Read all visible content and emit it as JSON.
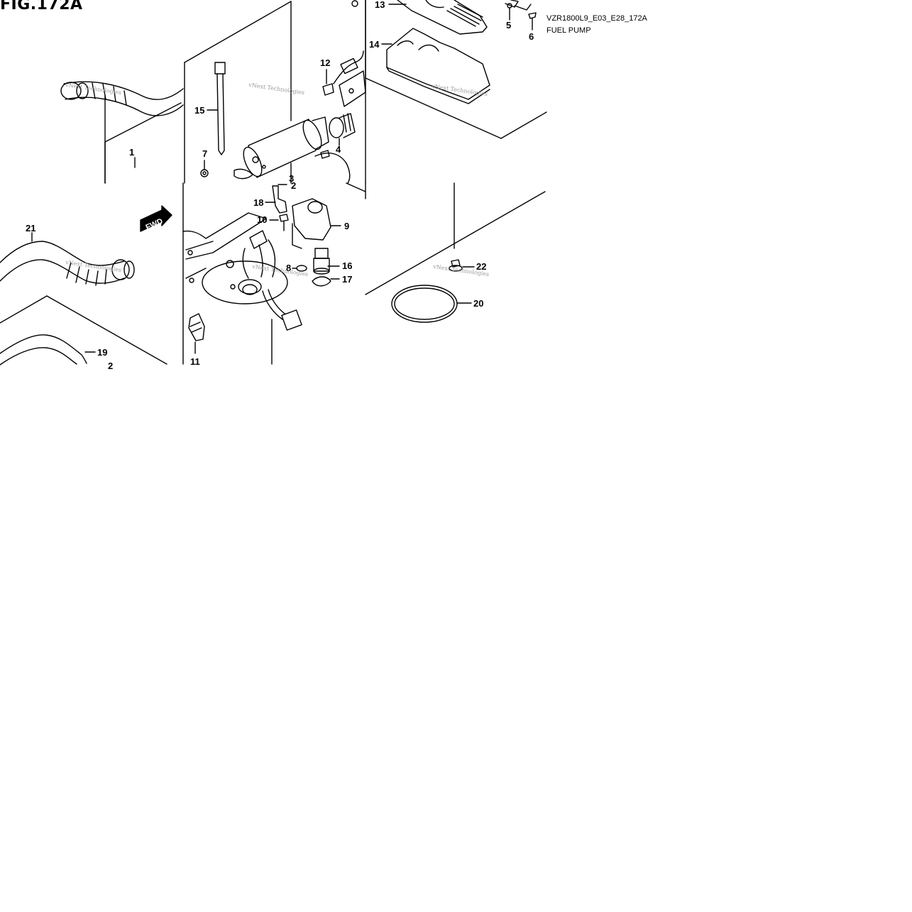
{
  "figure": {
    "title": "FIG.172A",
    "code": "VZR1800L9_E03_E28_172A",
    "name": "FUEL PUMP",
    "direction_label": "FWD",
    "watermark": "vNext Technologies"
  },
  "callouts": [
    "1",
    "2",
    "3",
    "4",
    "5",
    "6",
    "7",
    "8",
    "9",
    "10",
    "11",
    "12",
    "13",
    "14",
    "15",
    "16",
    "17",
    "18",
    "19",
    "20",
    "21",
    "22",
    "2"
  ]
}
